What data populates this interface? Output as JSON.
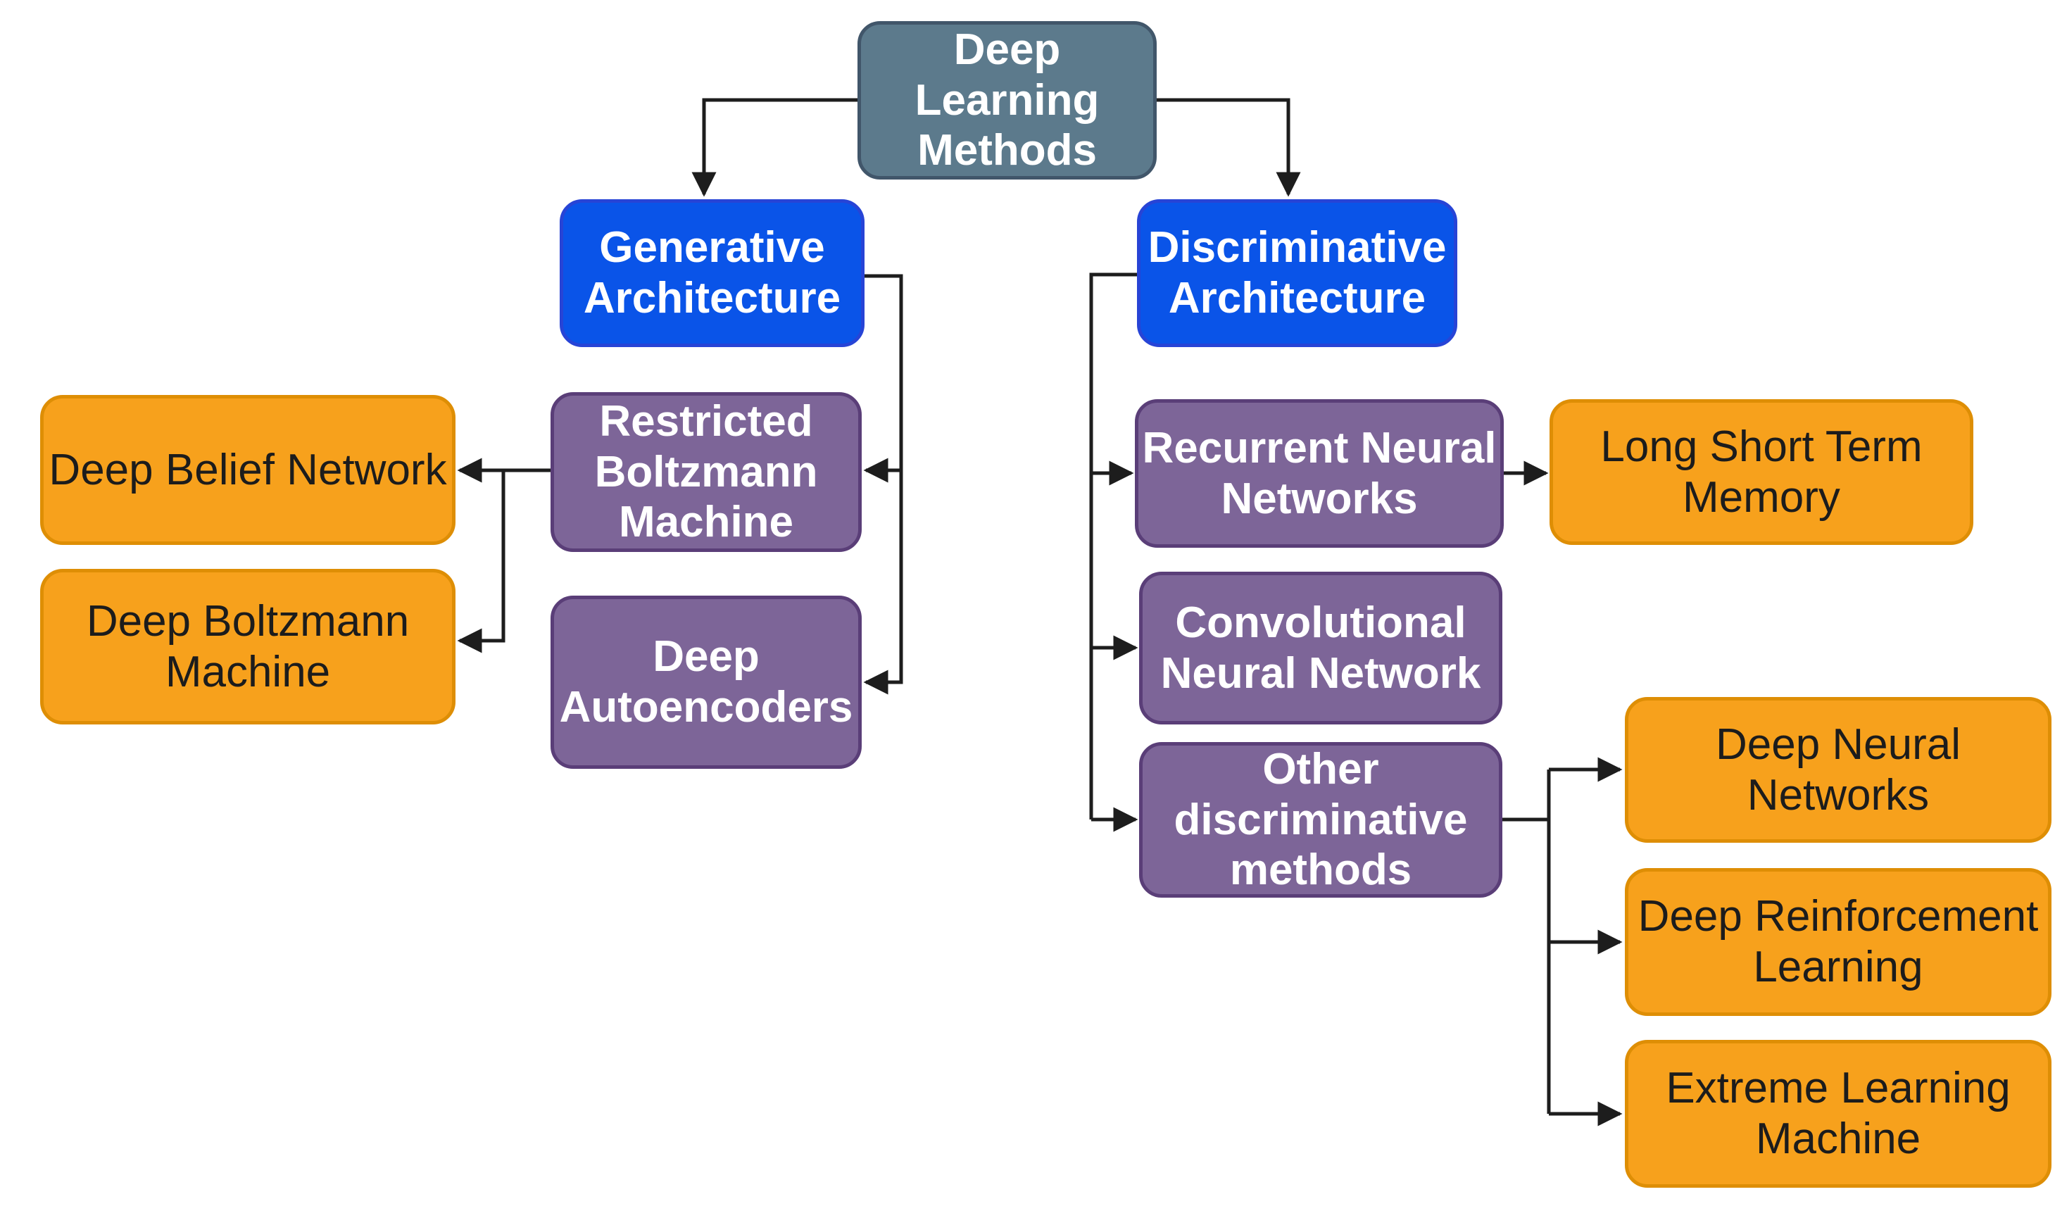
{
  "diagram": {
    "type": "flowchart",
    "nodes": {
      "deep_learning_methods": {
        "label": "Deep\nLearning\nMethods",
        "role": "root"
      },
      "generative_architecture": {
        "label": "Generative\nArchitecture",
        "role": "architecture"
      },
      "discriminative_architecture": {
        "label": "Discriminative\nArchitecture",
        "role": "architecture"
      },
      "restricted_boltzmann_machine": {
        "label": "Restricted\nBoltzmann\nMachine",
        "role": "method"
      },
      "deep_belief_network": {
        "label": "Deep Belief Network",
        "role": "leaf"
      },
      "deep_boltzmann_machine": {
        "label": "Deep Boltzmann\nMachine",
        "role": "leaf"
      },
      "deep_autoencoders": {
        "label": "Deep\nAutoencoders",
        "role": "method"
      },
      "recurrent_neural_networks": {
        "label": "Recurrent Neural\nNetworks",
        "role": "method"
      },
      "long_short_term_memory": {
        "label": "Long Short Term\nMemory",
        "role": "leaf"
      },
      "convolutional_neural_network": {
        "label": "Convolutional\nNeural Network",
        "role": "method"
      },
      "other_discriminative_methods": {
        "label": "Other\ndiscriminative\nmethods",
        "role": "method"
      },
      "deep_neural_networks": {
        "label": "Deep Neural\nNetworks",
        "role": "leaf"
      },
      "deep_reinforcement_learning": {
        "label": "Deep Reinforcement\nLearning",
        "role": "leaf"
      },
      "extreme_learning_machine": {
        "label": "Extreme Learning\nMachine",
        "role": "leaf"
      }
    },
    "edges": [
      {
        "from": "deep_learning_methods",
        "to": "generative_architecture"
      },
      {
        "from": "deep_learning_methods",
        "to": "discriminative_architecture"
      },
      {
        "from": "generative_architecture",
        "to": "restricted_boltzmann_machine"
      },
      {
        "from": "generative_architecture",
        "to": "deep_autoencoders"
      },
      {
        "from": "restricted_boltzmann_machine",
        "to": "deep_belief_network"
      },
      {
        "from": "restricted_boltzmann_machine",
        "to": "deep_boltzmann_machine"
      },
      {
        "from": "discriminative_architecture",
        "to": "recurrent_neural_networks"
      },
      {
        "from": "discriminative_architecture",
        "to": "convolutional_neural_network"
      },
      {
        "from": "discriminative_architecture",
        "to": "other_discriminative_methods"
      },
      {
        "from": "recurrent_neural_networks",
        "to": "long_short_term_memory"
      },
      {
        "from": "other_discriminative_methods",
        "to": "deep_neural_networks"
      },
      {
        "from": "other_discriminative_methods",
        "to": "deep_reinforcement_learning"
      },
      {
        "from": "other_discriminative_methods",
        "to": "extreme_learning_machine"
      }
    ],
    "colors": {
      "root_fill": "#5c7a8c",
      "root_border": "#41566a",
      "architecture_fill": "#0a54e8",
      "architecture_border": "#2744d6",
      "method_fill": "#7d6598",
      "method_border": "#5a3e78",
      "leaf_fill": "#f7a11c",
      "leaf_border": "#de8e05",
      "connector": "#1d1d1d",
      "text_light": "#ffffff",
      "text_dark": "#1c1c1c"
    }
  }
}
